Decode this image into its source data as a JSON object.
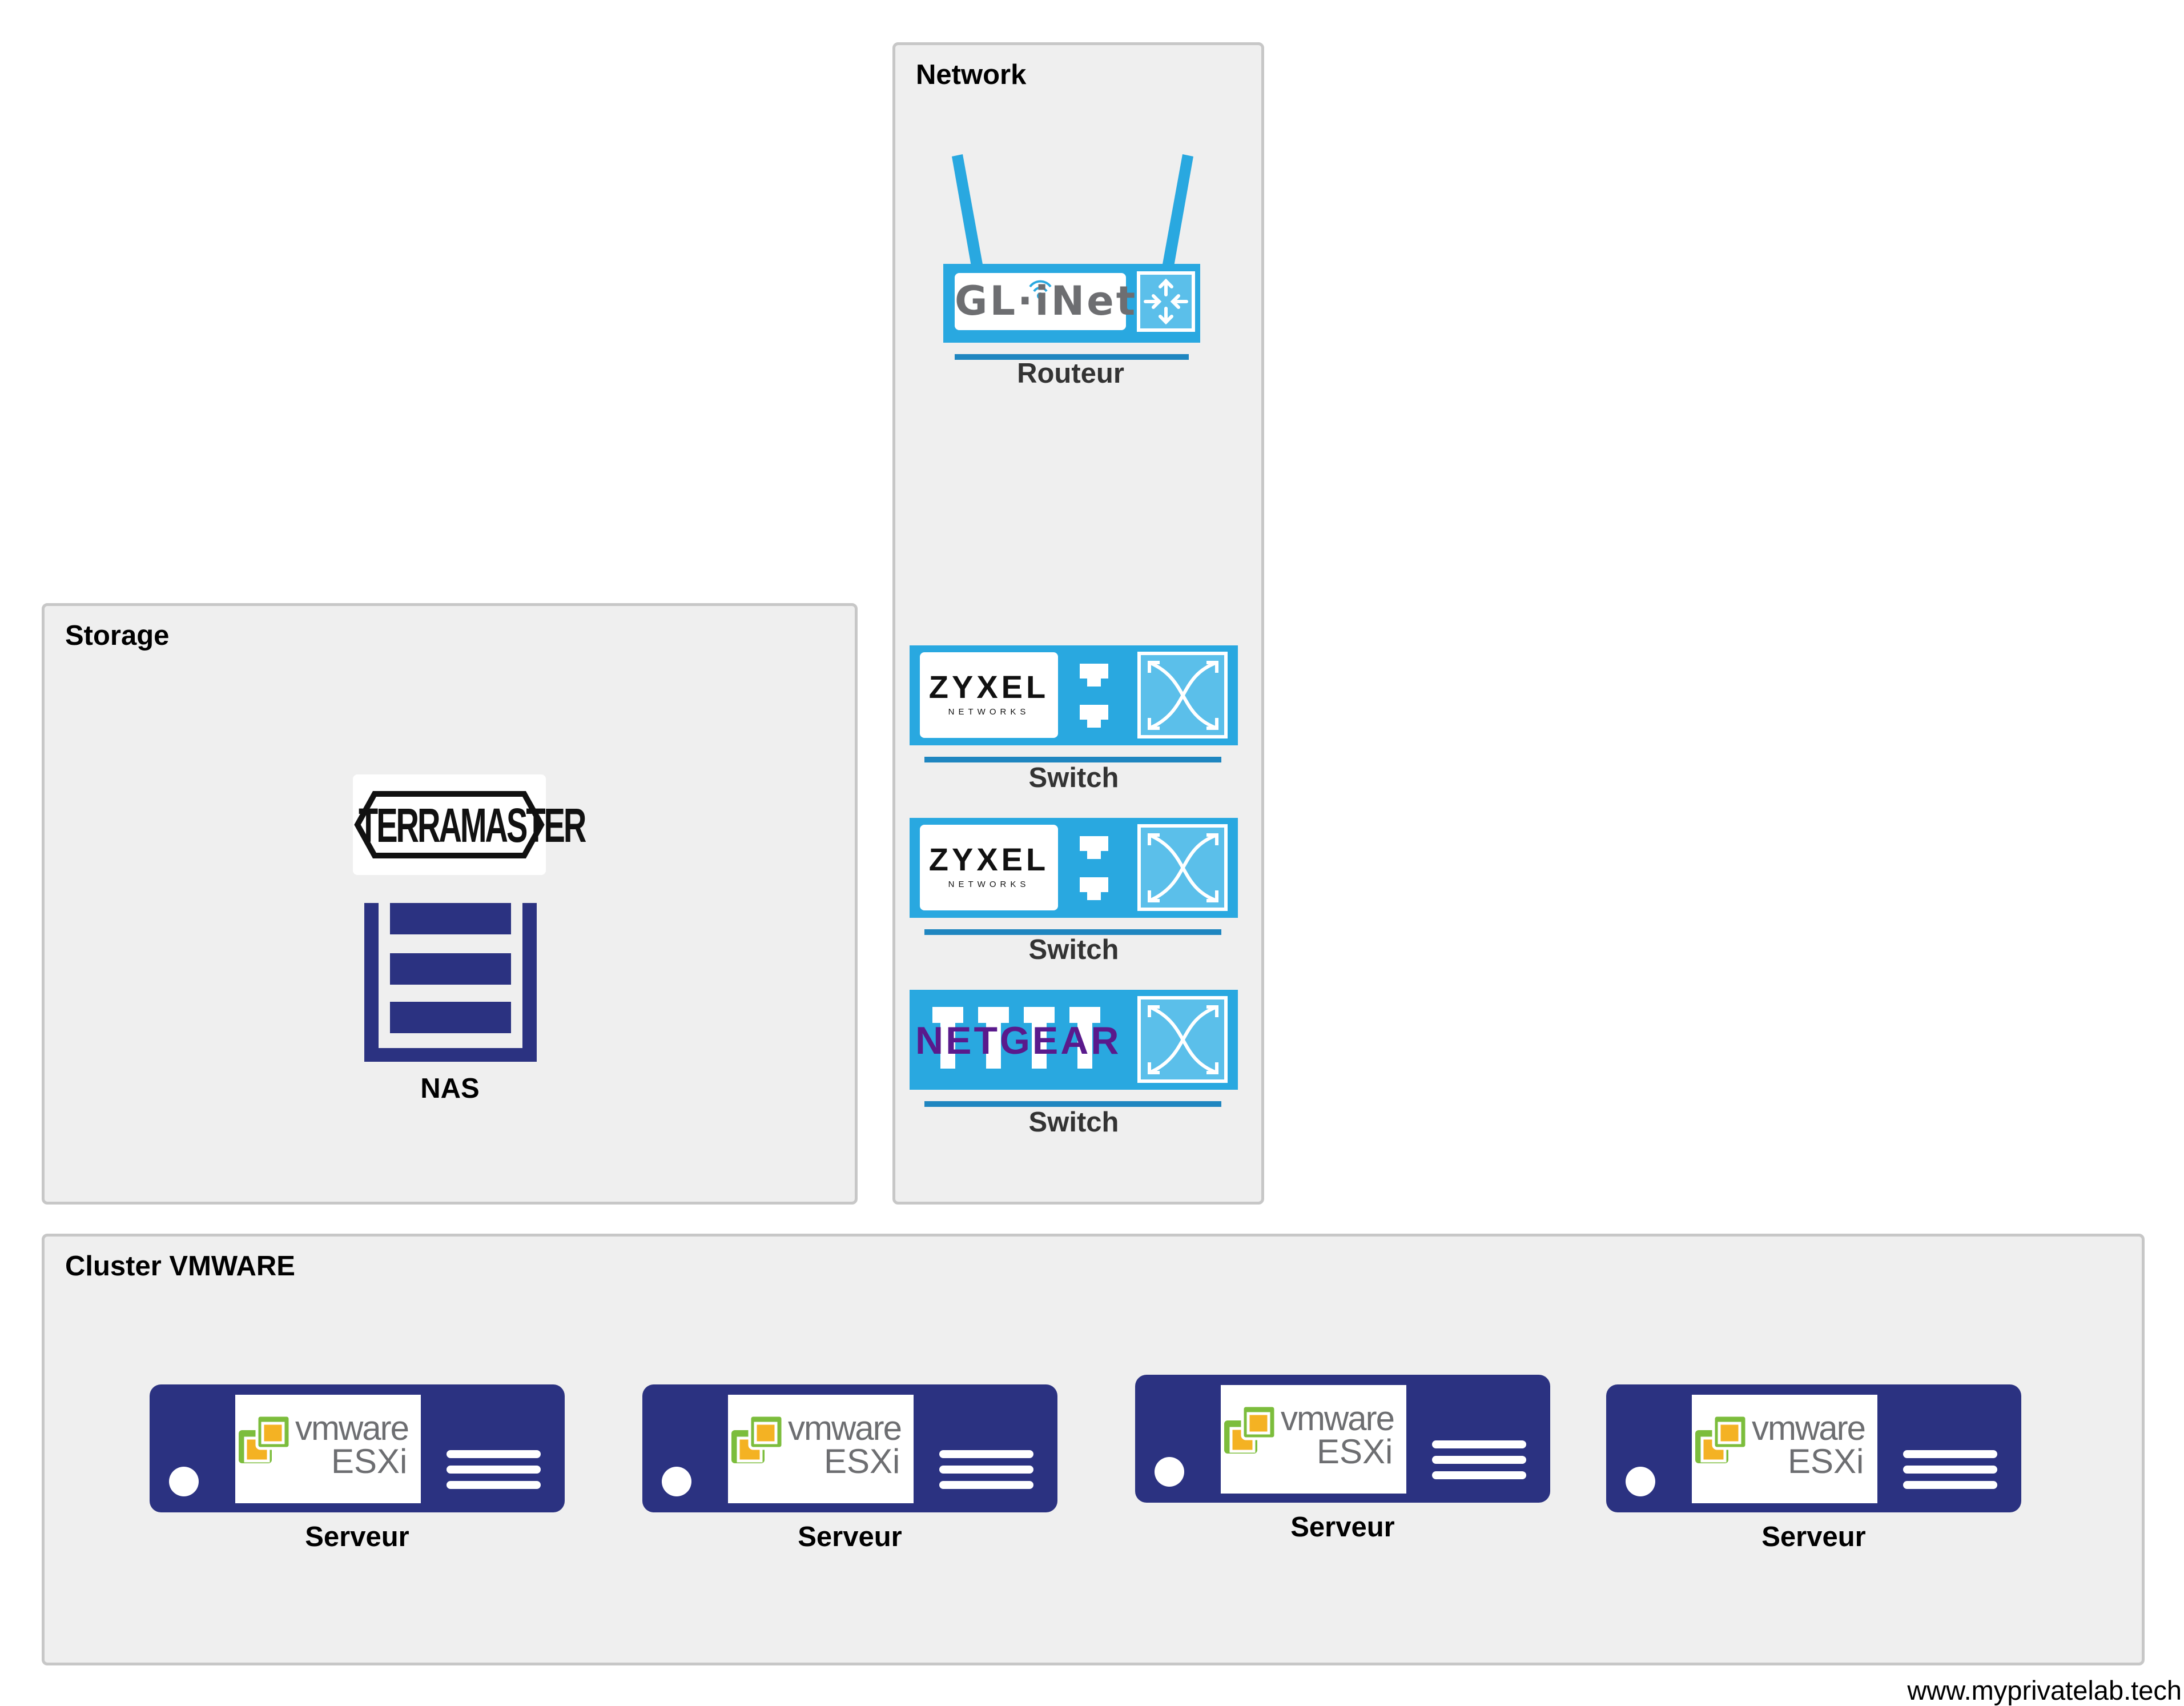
{
  "groups": {
    "network": {
      "title": "Network",
      "devices": [
        {
          "kind": "router",
          "logo_text": "GL·iNet",
          "label": "Routeur"
        },
        {
          "kind": "switch",
          "logo_text": "ZYXEL",
          "logo_subtext": "NETWORKS",
          "label": "Switch"
        },
        {
          "kind": "switch",
          "logo_text": "ZYXEL",
          "logo_subtext": "NETWORKS",
          "label": "Switch"
        },
        {
          "kind": "switch",
          "logo_text": "NETGEAR",
          "label": "Switch"
        }
      ]
    },
    "storage": {
      "title": "Storage",
      "devices": [
        {
          "kind": "nas",
          "logo_text": "TERRAMASTER",
          "label": "NAS"
        }
      ]
    },
    "cluster": {
      "title": "Cluster VMWARE",
      "devices": [
        {
          "kind": "server",
          "logo_text": "vmware",
          "logo_subtext": "ESXi",
          "label": "Serveur"
        },
        {
          "kind": "server",
          "logo_text": "vmware",
          "logo_subtext": "ESXi",
          "label": "Serveur"
        },
        {
          "kind": "server",
          "logo_text": "vmware",
          "logo_subtext": "ESXi",
          "label": "Serveur"
        },
        {
          "kind": "server",
          "logo_text": "vmware",
          "logo_subtext": "ESXi",
          "label": "Serveur"
        }
      ]
    }
  },
  "footer": {
    "text": "www.myprivatelab.tech"
  },
  "colors": {
    "network_blue": "#29a8e0",
    "network_line": "#1f86c0",
    "server_navy": "#2b3281",
    "group_fill": "#efefef",
    "group_border": "#c7c7c7",
    "netgear_purple": "#5a1a8c",
    "zyxel_green": "#4cb848",
    "vmware_green": "#7cbd3c",
    "vmware_yellow": "#f4b223"
  },
  "icons": [
    "router-icon",
    "switch-icon",
    "nas-icon",
    "server-icon",
    "wifi-icon",
    "cross-arrows-icon",
    "port-icon",
    "vsphere-icon"
  ]
}
